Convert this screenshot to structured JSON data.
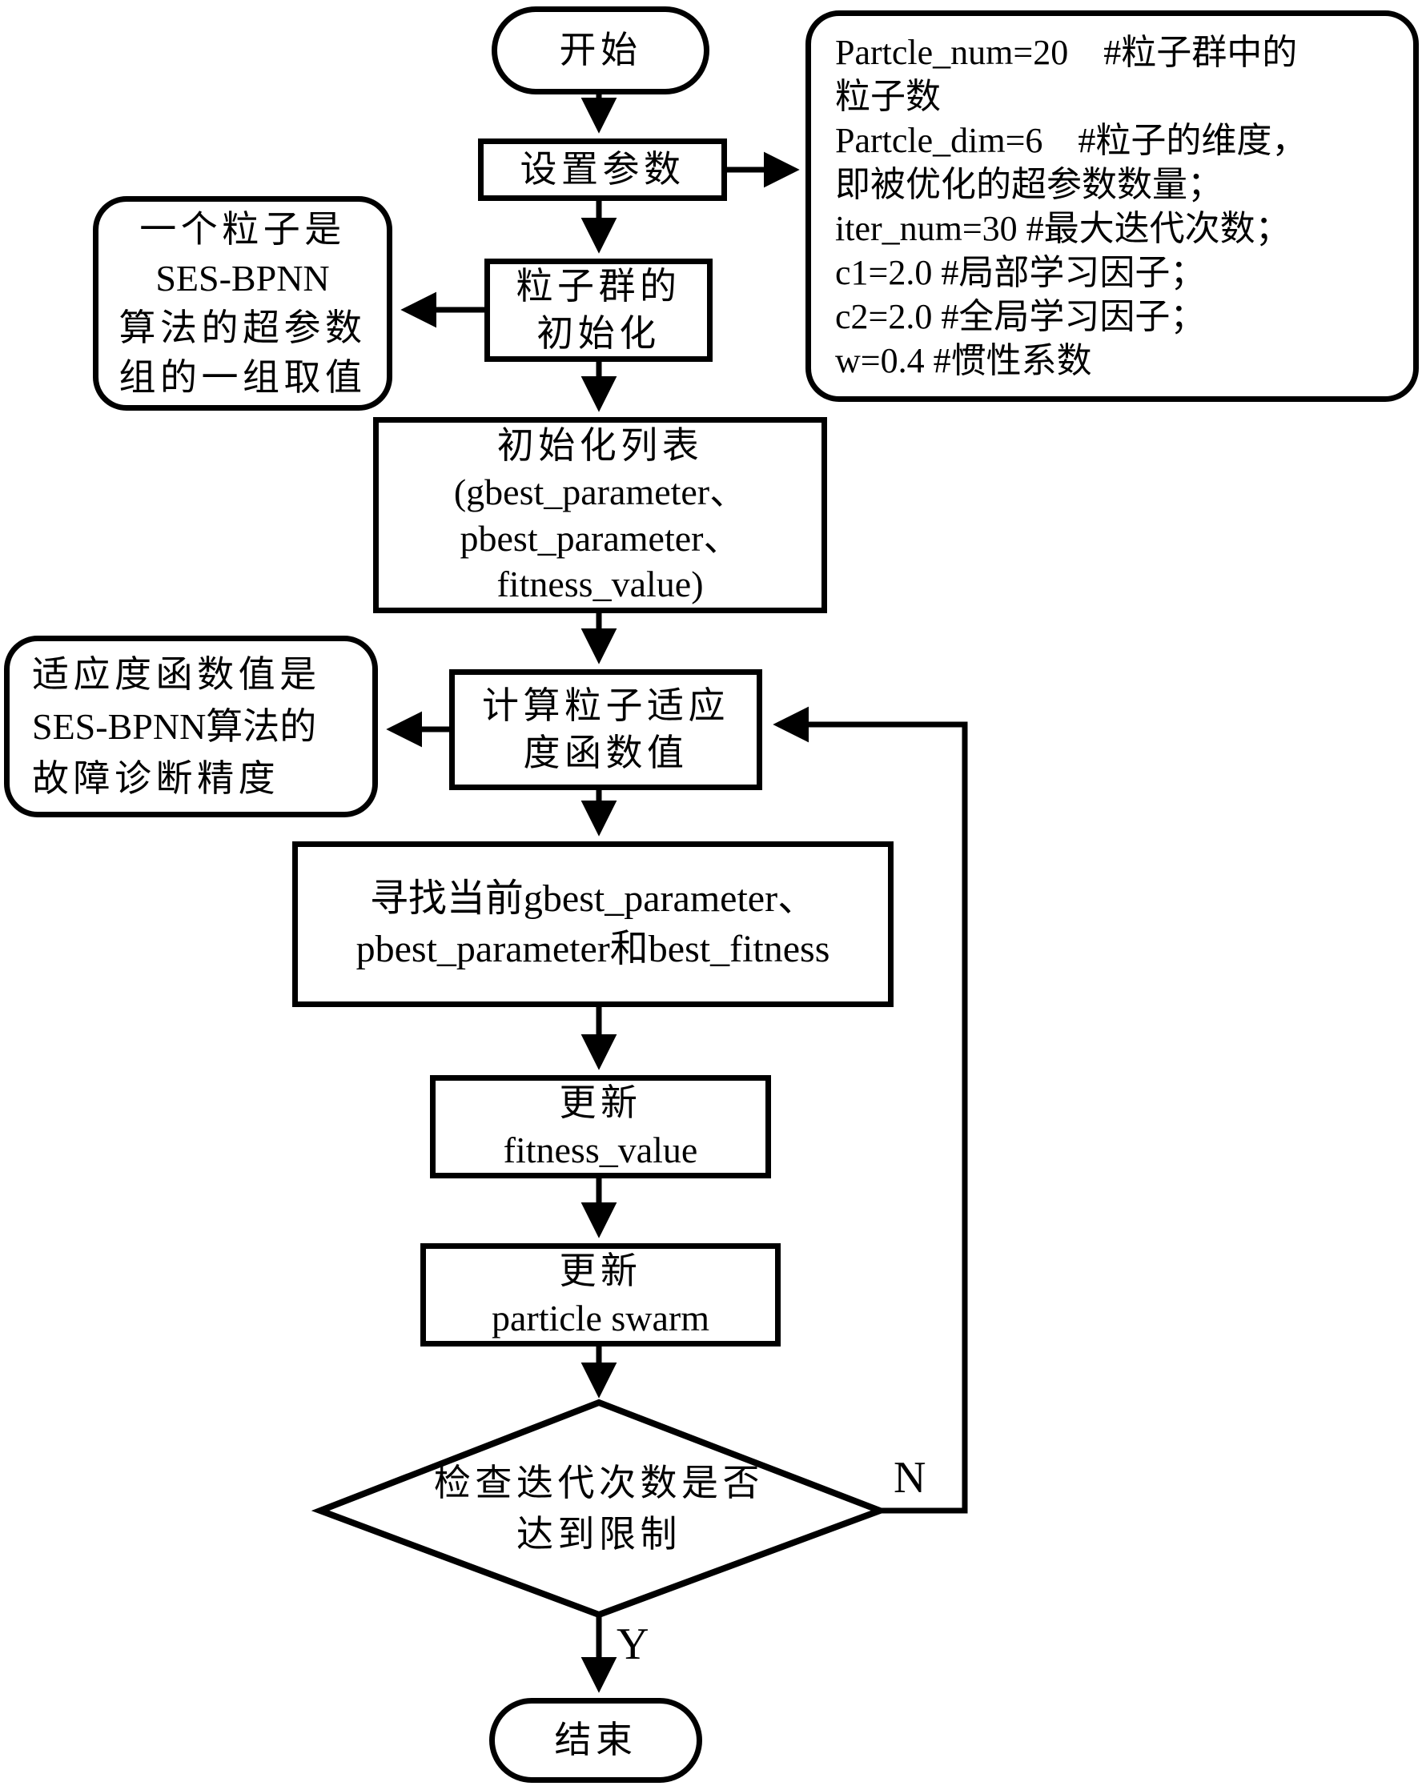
{
  "figure": {
    "type": "flowchart",
    "background_color": "#ffffff",
    "line_color": "#000000"
  },
  "nodes": {
    "start": {
      "shape": "stadium",
      "label": "开始"
    },
    "set_params": {
      "shape": "rect",
      "label": "设置参数"
    },
    "params_note": {
      "shape": "rounded-rect",
      "lines": [
        "Partcle_num=20　#粒子群中的",
        "粒子数",
        "Partcle_dim=6　#粒子的维度，",
        "即被优化的超参数数量；",
        "iter_num=30 #最大迭代次数；",
        "c1=2.0 #局部学习因子；",
        "c2=2.0 #全局学习因子；",
        "w=0.4 #惯性系数"
      ]
    },
    "particle_note": {
      "shape": "rounded-rect",
      "lines": [
        "一个粒子是",
        "SES-BPNN",
        "算法的超参数",
        "组的一组取值"
      ]
    },
    "init_swarm": {
      "shape": "rect",
      "lines": [
        "粒子群的",
        "初始化"
      ]
    },
    "init_list": {
      "shape": "rect",
      "lines": [
        "初始化列表",
        "(gbest_parameter、",
        "pbest_parameter、",
        "fitness_value)"
      ]
    },
    "fitness_note": {
      "shape": "rounded-rect",
      "lines": [
        "适应度函数值是",
        "SES-BPNN算法的",
        "故障诊断精度"
      ]
    },
    "compute_fitness": {
      "shape": "rect",
      "lines": [
        "计算粒子适应",
        "度函数值"
      ]
    },
    "find_best": {
      "shape": "rect",
      "lines": [
        "寻找当前gbest_parameter、",
        "pbest_parameter和best_fitness"
      ]
    },
    "update_fitness": {
      "shape": "rect",
      "lines": [
        "更新",
        "fitness_value"
      ]
    },
    "update_swarm": {
      "shape": "rect",
      "lines": [
        "更新",
        "particle swarm"
      ]
    },
    "check_iter": {
      "shape": "diamond",
      "lines": [
        "检查迭代次数是否",
        "达到限制"
      ]
    },
    "end": {
      "shape": "stadium",
      "label": "结束"
    }
  },
  "edges": {
    "no_label": "N",
    "yes_label": "Y"
  }
}
